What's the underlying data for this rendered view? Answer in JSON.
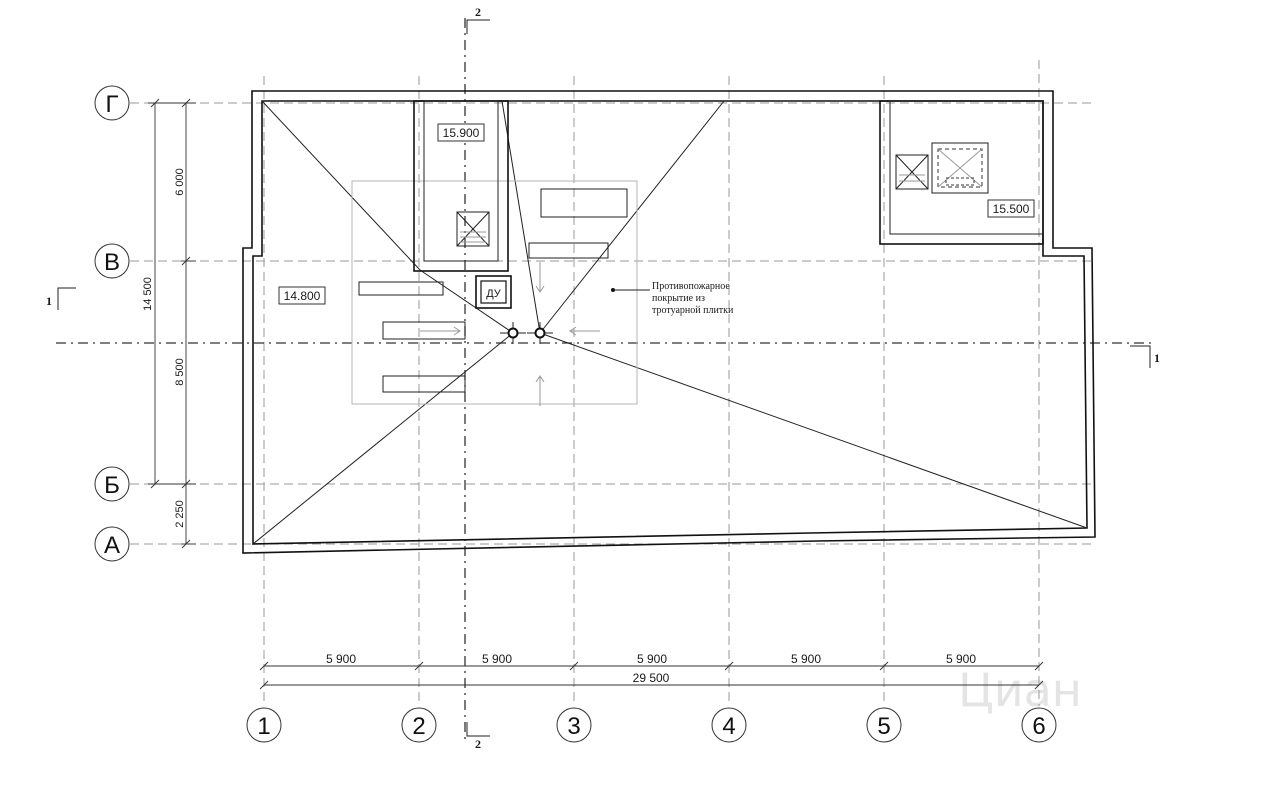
{
  "plan": {
    "axes_letters": [
      "Г",
      "В",
      "Б",
      "А"
    ],
    "axes_numbers": [
      "1",
      "2",
      "3",
      "4",
      "5",
      "6"
    ],
    "section_marks": {
      "horizontal": "1",
      "vertical": "2"
    },
    "vertical_dims": [
      "6 000",
      "14 500",
      "8 500",
      "2 250"
    ],
    "horizontal_dims": [
      "5 900",
      "5 900",
      "5 900",
      "5 900",
      "5 900"
    ],
    "total_dim": "29 500",
    "elevations": {
      "stair_top": "15.900",
      "roof": "14.800",
      "machine_room": "15.500"
    },
    "drain_label": "ДУ",
    "note": {
      "line1": "Противопожарное",
      "line2": "покрытие из",
      "line3": "тротуарной плитки"
    },
    "watermark": "Циан"
  }
}
